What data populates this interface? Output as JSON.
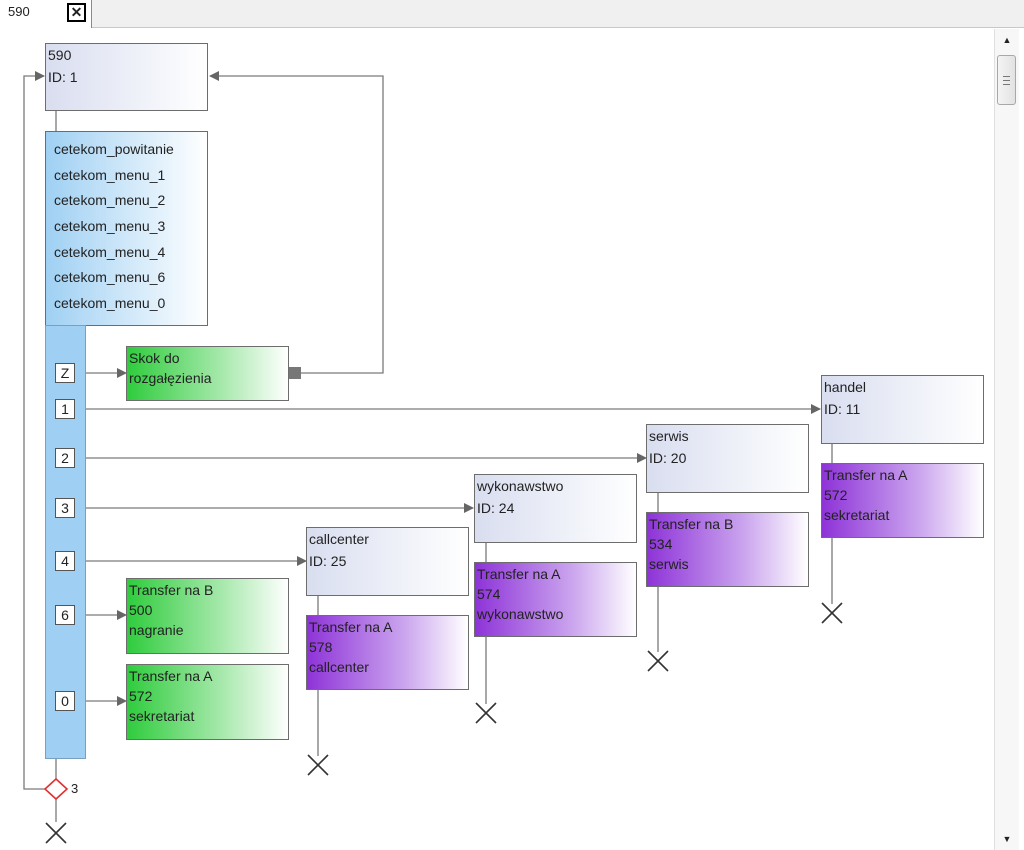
{
  "tab": {
    "label": "590",
    "close_glyph": "✕"
  },
  "root": {
    "name": "590",
    "id": "ID: 1"
  },
  "menu": {
    "prompts": [
      "cetekom_powitanie",
      "cetekom_menu_1",
      "cetekom_menu_2",
      "cetekom_menu_3",
      "cetekom_menu_4",
      "cetekom_menu_6",
      "cetekom_menu_0"
    ],
    "keys": [
      "Z",
      "1",
      "2",
      "3",
      "4",
      "6",
      "0"
    ]
  },
  "actions": {
    "jump": {
      "line1": "Skok do",
      "line2": "rozgałęzienia"
    },
    "key6": {
      "line1": "Transfer na B",
      "line2": "500",
      "line3": "nagranie"
    },
    "key0": {
      "line1": "Transfer na A",
      "line2": "572",
      "line3": "sekretariat"
    }
  },
  "nodes": {
    "handel": {
      "name": "handel",
      "id": "ID: 11",
      "t1": "Transfer na A",
      "t2": "572",
      "t3": "sekretariat"
    },
    "serwis": {
      "name": "serwis",
      "id": "ID: 20",
      "t1": "Transfer na B",
      "t2": "534",
      "t3": "serwis"
    },
    "wykonawstwo": {
      "name": "wykonawstwo",
      "id": "ID: 24",
      "t1": "Transfer na A",
      "t2": "574",
      "t3": "wykonawstwo"
    },
    "callcenter": {
      "name": "callcenter",
      "id": "ID: 25",
      "t1": "Transfer na A",
      "t2": "578",
      "t3": "callcenter"
    }
  },
  "loop_count": "3",
  "colors": {
    "menu_blue": "#9fd0f3",
    "transfer_green": "#2fcc3d",
    "transfer_purple": "#8e33d8",
    "condition_red": "#e03030"
  },
  "icons": {
    "arrow": "arrow-right-icon",
    "end": "end-x-icon",
    "condition": "diamond-icon"
  }
}
